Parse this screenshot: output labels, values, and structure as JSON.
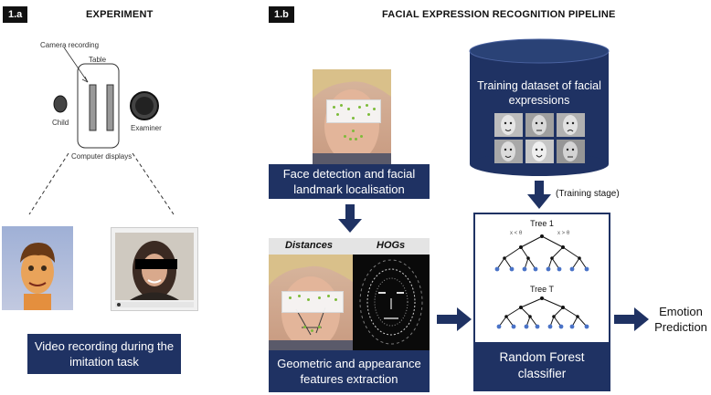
{
  "panel_a": {
    "tag": "1.a",
    "title": "EXPERIMENT",
    "labels": {
      "camera": "Camera recording",
      "table": "Table",
      "child": "Child",
      "examiner": "Examiner",
      "displays": "Computer displays"
    },
    "caption": "Video recording during the imitation task"
  },
  "panel_b": {
    "tag": "1.b",
    "title": "FACIAL EXPRESSION RECOGNITION PIPELINE",
    "face_detection": "Face detection and facial landmark localisation",
    "training_dataset": "Training dataset of facial expressions",
    "training_stage": "(Training stage)",
    "distances": "Distances",
    "hogs": "HOGs",
    "features": "Geometric and appearance features extraction",
    "tree_first": "Tree 1",
    "tree_last": "Tree T",
    "split_1": "x < θ",
    "split_2": "x > θ",
    "classifier": "Random Forest classifier",
    "output": "Emotion Prediction"
  },
  "colors": {
    "navy": "#1f3263",
    "landmark": "#7dbb3a",
    "node": "#4a73c7"
  }
}
